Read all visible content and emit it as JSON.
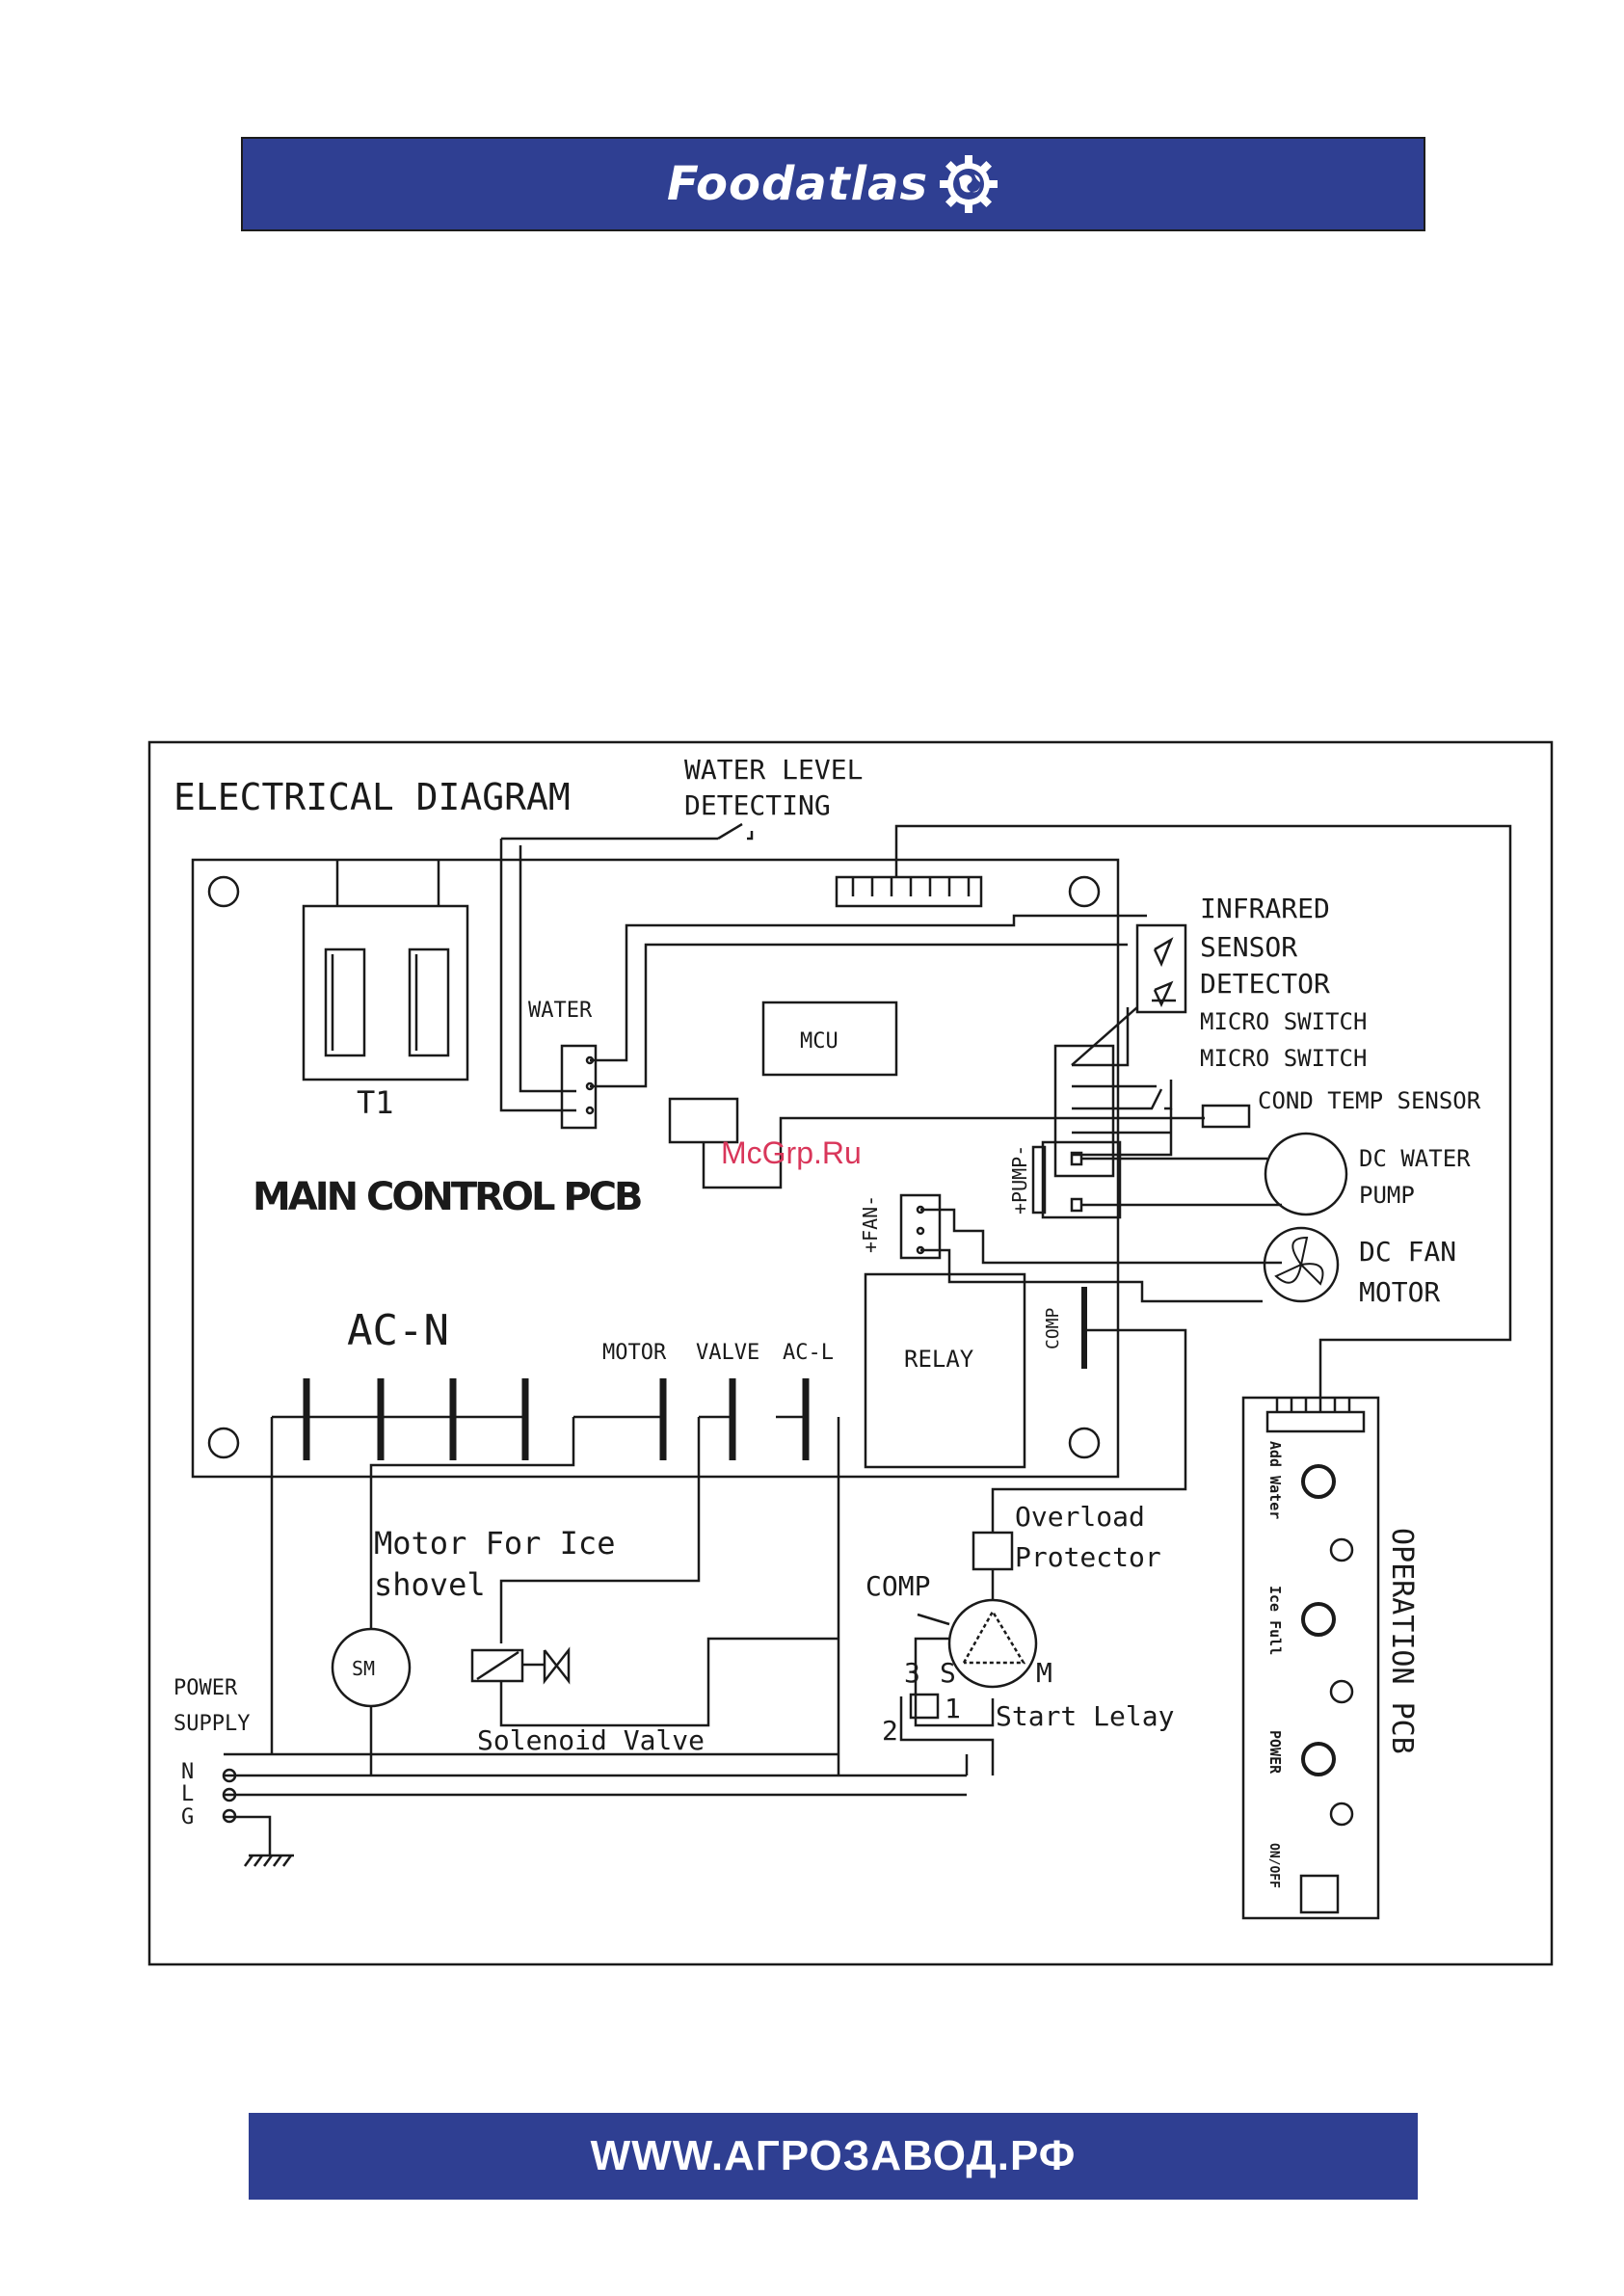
{
  "header": {
    "brand": "Foodatlas",
    "logo_icon": "gear-globe-icon"
  },
  "footer": {
    "url": "WWW.АГРОЗАВОД.РФ"
  },
  "watermark": "McGrp.Ru",
  "diagram": {
    "title": "ELECTRICAL DIAGRAM",
    "water_level_1": "WATER LEVEL",
    "water_level_2": "DETECTING",
    "infrared": "INFRARED",
    "sensor": "SENSOR",
    "detector": "DETECTOR",
    "micro_switch_1": "MICRO SWITCH",
    "micro_switch_2": "MICRO SWITCH",
    "cond_temp": "COND TEMP SENSOR",
    "water": "WATER",
    "mcu": "MCU",
    "t1": "T1",
    "main_pcb": "MAIN CONTROL PCB",
    "fan_conn": "+FAN-",
    "pump_conn": "+PUMP-",
    "dc_water_pump_1": "DC WATER",
    "dc_water_pump_2": "PUMP",
    "dc_fan_1": "DC FAN",
    "dc_fan_2": "MOTOR",
    "ac_n": "AC-N",
    "motor": "MOTOR",
    "valve": "VALVE",
    "ac_l": "AC-L",
    "relay": "RELAY",
    "comp_conn": "COMP",
    "motor_ice_1": "Motor For Ice",
    "motor_ice_2": "shovel",
    "sm": "SM",
    "solenoid": "Solenoid Valve",
    "power_1": "POWER",
    "power_2": "SUPPLY",
    "n": "N",
    "l": "L",
    "g": "G",
    "comp": "COMP",
    "overload_1": "Overload",
    "overload_2": "Protector",
    "s": "S",
    "m": "M",
    "n3": "3",
    "n2": "2",
    "n1": "1",
    "start_relay": "Start Lelay",
    "operation_pcb": "OPERATION PCB",
    "op_add_water": "Add Water",
    "op_ice_full": "Ice Full",
    "op_power": "POWER",
    "op_on_off": "ON/OFF"
  }
}
